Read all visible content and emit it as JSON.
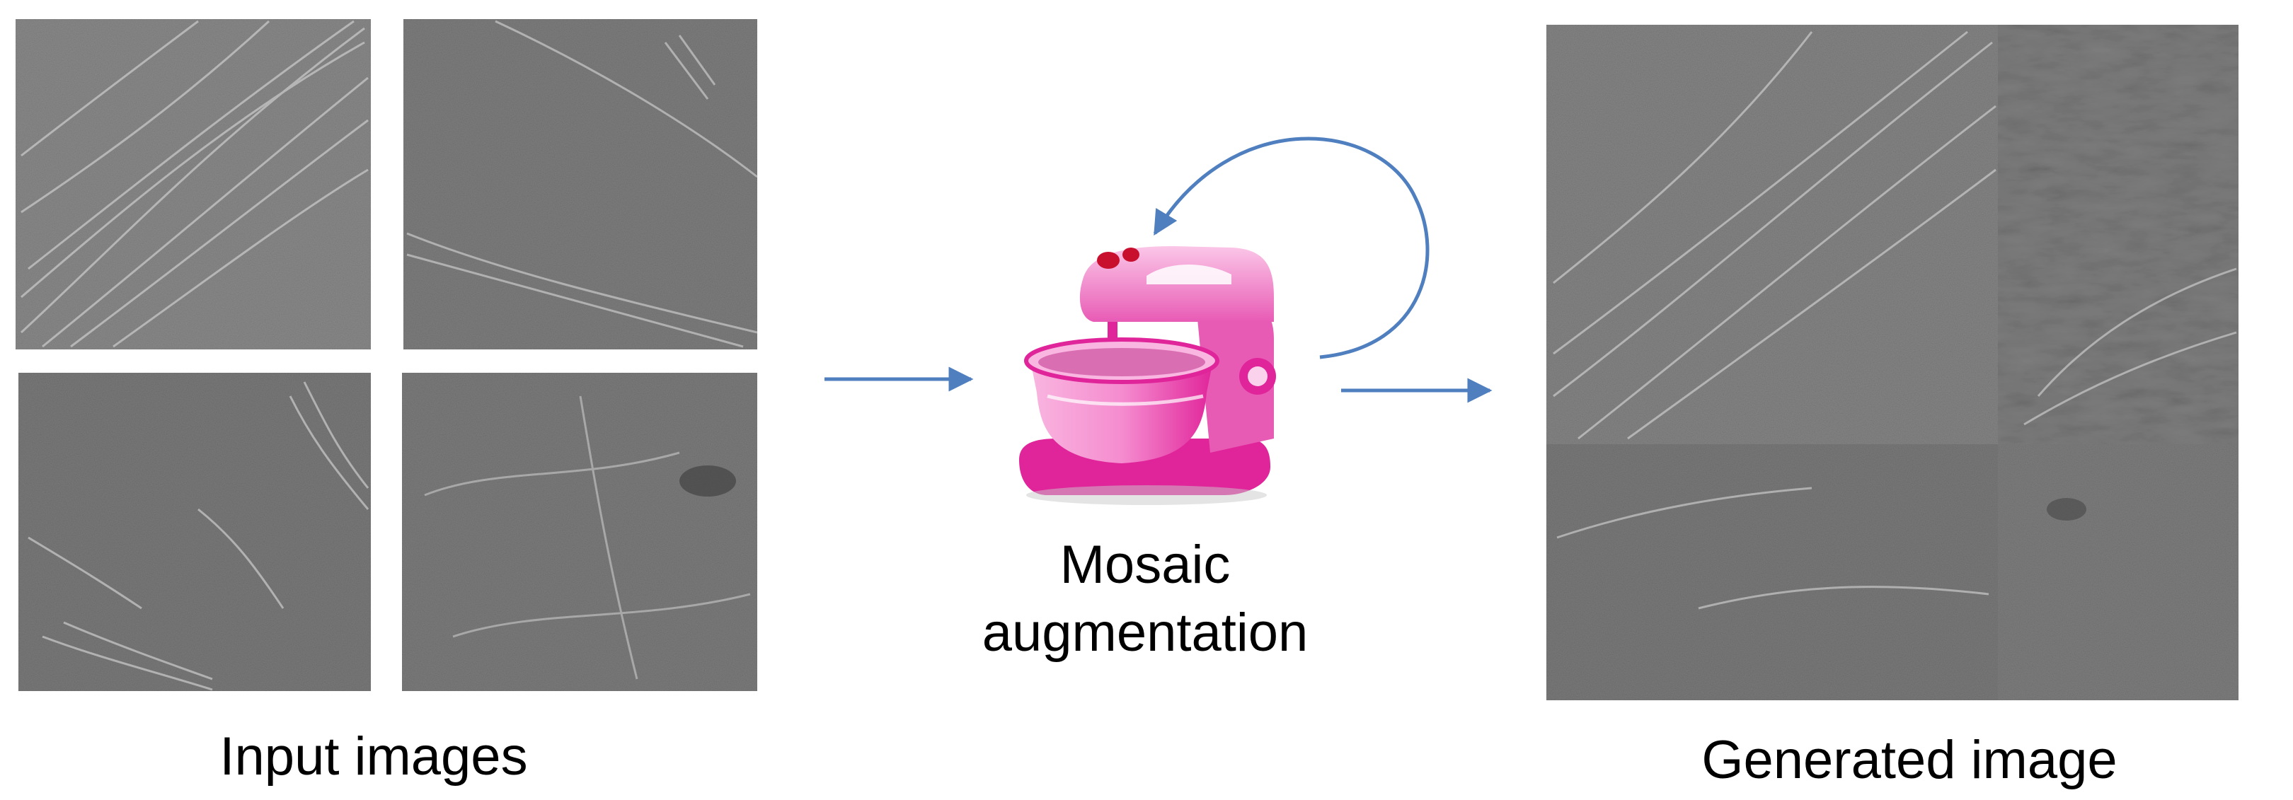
{
  "labels": {
    "input": "Input images",
    "mixer_line1": "Mosaic",
    "mixer_line2": "augmentation",
    "output": "Generated image"
  },
  "colors": {
    "arrow": "#4f7fbf",
    "tile_base": "#7b7b7b",
    "mixer_pink": "#f07bc6",
    "mixer_magenta": "#e0249a",
    "mixer_light": "#f9b6e0",
    "knob_red": "#c8102e",
    "background": "#ffffff"
  },
  "icons": [
    "stand-mixer-icon",
    "curved-arrow-icon",
    "right-arrow-icon"
  ]
}
